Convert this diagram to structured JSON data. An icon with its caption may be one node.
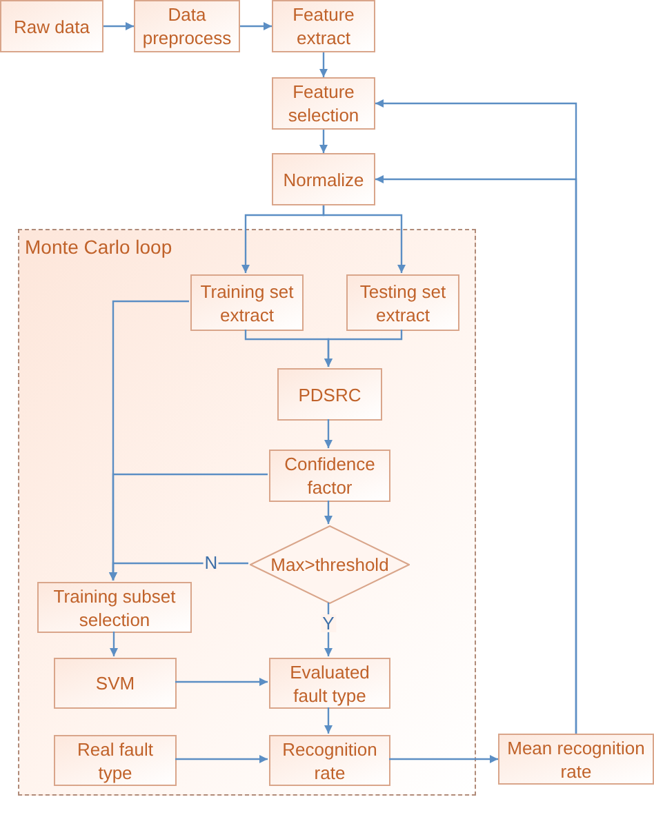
{
  "diagram": {
    "nodes": [
      {
        "text": [
          "Raw data"
        ]
      },
      {
        "text": [
          "Data preprocess"
        ]
      },
      {
        "text": [
          "Feature extract"
        ]
      },
      {
        "text": [
          "Feature selection"
        ]
      },
      {
        "text": [
          "Normalize"
        ]
      },
      {
        "text": [
          "Monte Carlo loop"
        ]
      },
      {
        "text": [
          "Training set extract"
        ],
        "in": 5
      },
      {
        "text": [
          "Testing set extract"
        ],
        "in": 5
      },
      {
        "text": [
          "PDSRC"
        ],
        "in": 5
      },
      {
        "text": [
          "Confidence factor"
        ],
        "in": 5
      },
      {
        "text": [
          "Max>threshold"
        ],
        "in": 5
      },
      {
        "text": [
          "Training subset selection"
        ],
        "in": 5
      },
      {
        "text": [
          "SVM"
        ],
        "in": 5
      },
      {
        "text": [
          "Evaluated fault type"
        ],
        "in": 5
      },
      {
        "text": [
          "Real fault type"
        ],
        "in": 5
      },
      {
        "text": [
          "Recognition rate"
        ],
        "in": 5
      },
      {
        "text": [
          "Mean recognition rate"
        ]
      }
    ],
    "edges": [
      {
        "from": 0,
        "to": 1,
        "arrow": "to"
      },
      {
        "from": 1,
        "to": 2,
        "arrow": "to"
      },
      {
        "from": 2,
        "to": 3,
        "arrow": "to"
      },
      {
        "from": 3,
        "to": 4,
        "arrow": "to"
      },
      {
        "from": 4,
        "to": 6,
        "arrow": "to"
      },
      {
        "from": 4,
        "to": 7,
        "arrow": "to"
      },
      {
        "from": 6,
        "to": 8,
        "arrow": "to"
      },
      {
        "from": 7,
        "to": 8,
        "arrow": "to"
      },
      {
        "from": 8,
        "to": 9,
        "arrow": "to"
      },
      {
        "from": 9,
        "to": 10,
        "arrow": "to"
      },
      {
        "from": 10,
        "to": 11,
        "label": "N",
        "arrow": "to"
      },
      {
        "from": 6,
        "to": 11,
        "arrow": "to"
      },
      {
        "from": 9,
        "to": 11,
        "arrow": "to"
      },
      {
        "from": 10,
        "to": 13,
        "label": "Y",
        "arrow": "to"
      },
      {
        "from": 11,
        "to": 12,
        "arrow": "to"
      },
      {
        "from": 12,
        "to": 13,
        "arrow": "to"
      },
      {
        "from": 13,
        "to": 15,
        "arrow": "to"
      },
      {
        "from": 14,
        "to": 15,
        "arrow": "to"
      },
      {
        "from": 15,
        "to": 16,
        "arrow": "to"
      },
      {
        "from": 16,
        "to": 3,
        "arrow": "to"
      },
      {
        "from": 16,
        "to": 4,
        "arrow": "to"
      }
    ]
  }
}
